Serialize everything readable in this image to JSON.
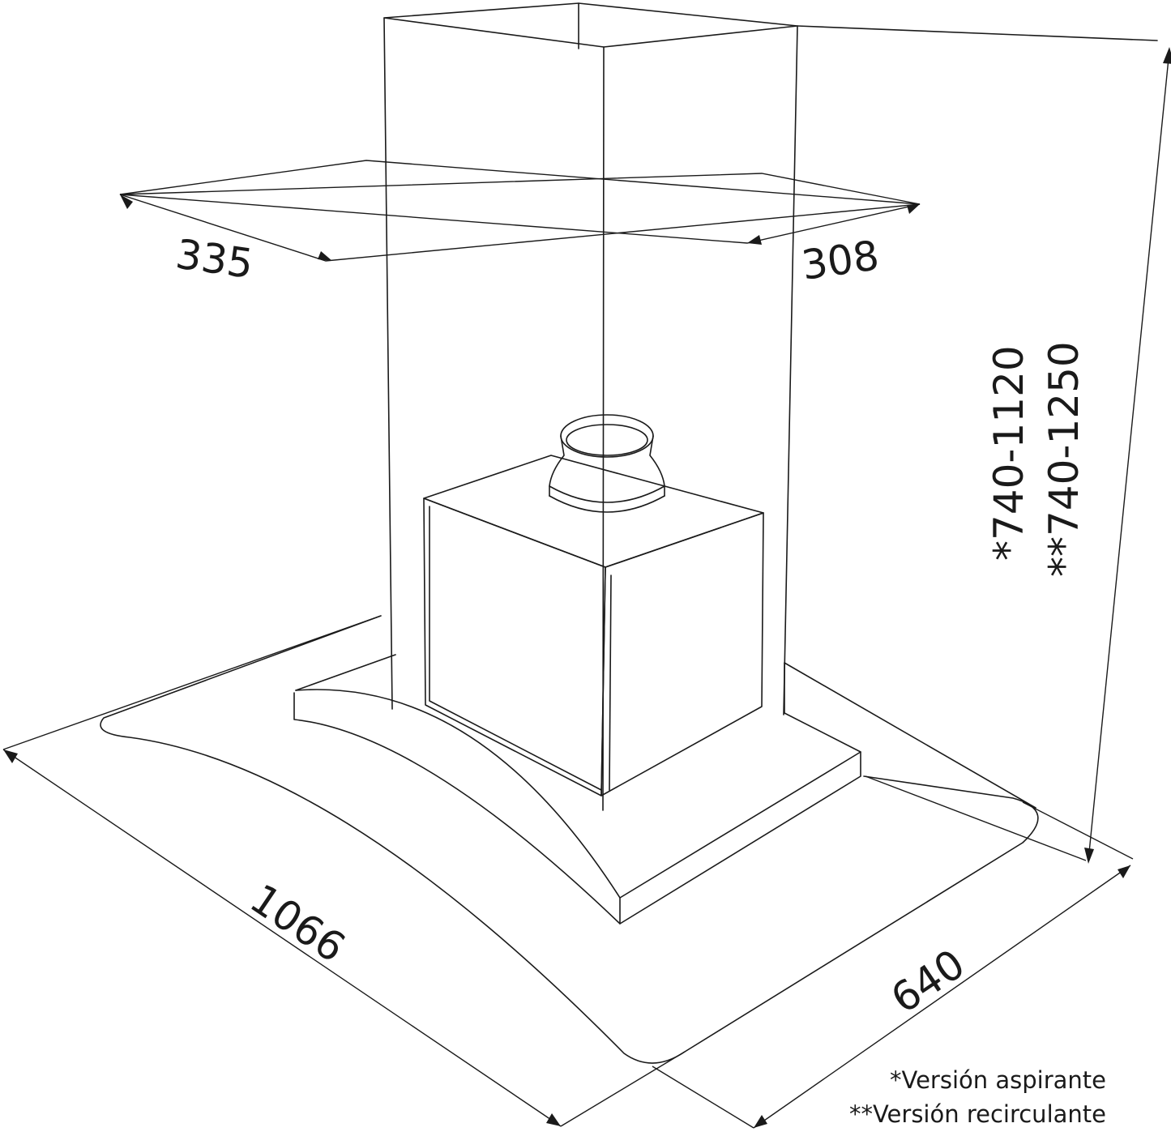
{
  "dimensions": {
    "chimney_width": "335",
    "chimney_depth": "308",
    "height_extraction": "*740-1120",
    "height_recirculation": "**740-1250",
    "hood_width": "1066",
    "hood_depth": "640"
  },
  "notes": {
    "extraction": "*Versión aspirante",
    "recirculation": "**Versión recirculante"
  }
}
